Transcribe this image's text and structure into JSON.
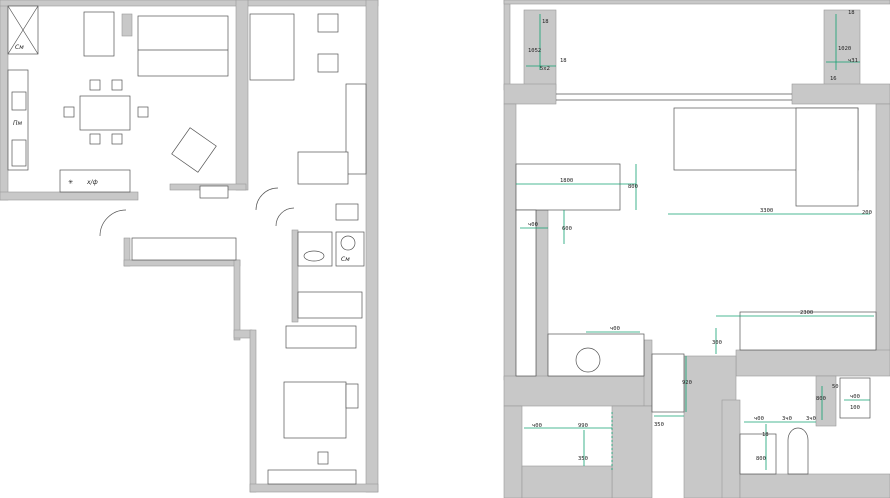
{
  "left_plan": {
    "appliance_labels": [
      "См",
      "Пм",
      "х/ф",
      "См"
    ]
  },
  "right_plan": {
    "dimensions": [
      "18",
      "1052",
      "5х2",
      "18",
      "18",
      "1020",
      "ч31",
      "16",
      "1800",
      "800",
      "3300",
      "200",
      "ч00",
      "600",
      "ч00",
      "2300",
      "300",
      "920",
      "50",
      "ч00",
      "100",
      "800",
      "ч00",
      "990",
      "350",
      "350",
      "ч00",
      "3ч0",
      "3ч0",
      "18",
      "800"
    ]
  }
}
